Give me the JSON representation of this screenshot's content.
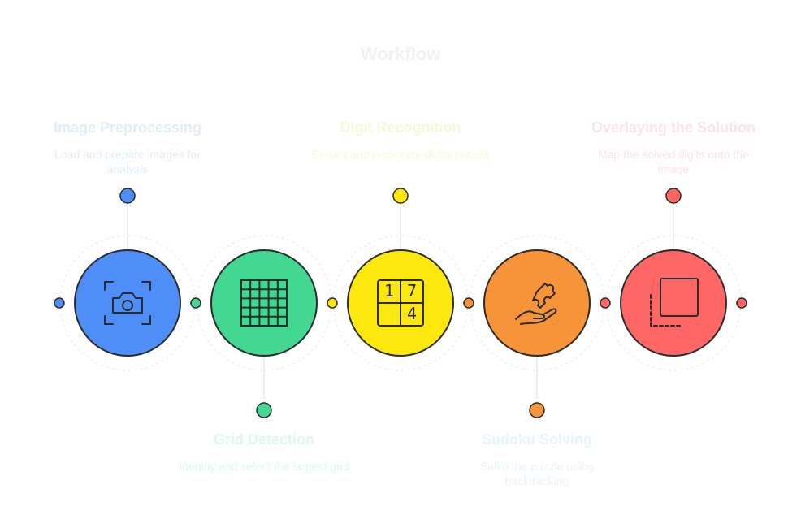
{
  "title": "Workflow",
  "steps": [
    {
      "title": "Image Preprocessing",
      "description": "Load and prepare images for analysis",
      "icon": "camera-icon",
      "color": "#4f8df9",
      "title_color": "#e3edfd",
      "desc_color": "#e3edfd",
      "label_position": "top"
    },
    {
      "title": "Grid Detection",
      "description": "Identify and select the largest grid",
      "icon": "grid-icon",
      "color": "#42d892",
      "title_color": "#e0f9ec",
      "desc_color": "#e0f9ec",
      "label_position": "bottom"
    },
    {
      "title": "Digit Recognition",
      "description": "Extract and recognize digits in cells",
      "icon": "sudoku-digits-icon",
      "digits": [
        "1",
        "7",
        "4"
      ],
      "color": "#fce80e",
      "title_color": "#f4fbd8",
      "desc_color": "#f4fbd8",
      "label_position": "top"
    },
    {
      "title": "Sudoku Solving",
      "description": "Solve the puzzle using backtracking",
      "icon": "hand-puzzle-icon",
      "color": "#f79439",
      "title_color": "#e9f4fb",
      "desc_color": "#e9f4fb",
      "label_position": "bottom"
    },
    {
      "title": "Overlaying the Solution",
      "description": "Map the solved digits onto the image",
      "icon": "overlay-square-icon",
      "color": "#fe6766",
      "title_color": "#fde3ec",
      "desc_color": "#fde3ec",
      "label_position": "top"
    }
  ]
}
